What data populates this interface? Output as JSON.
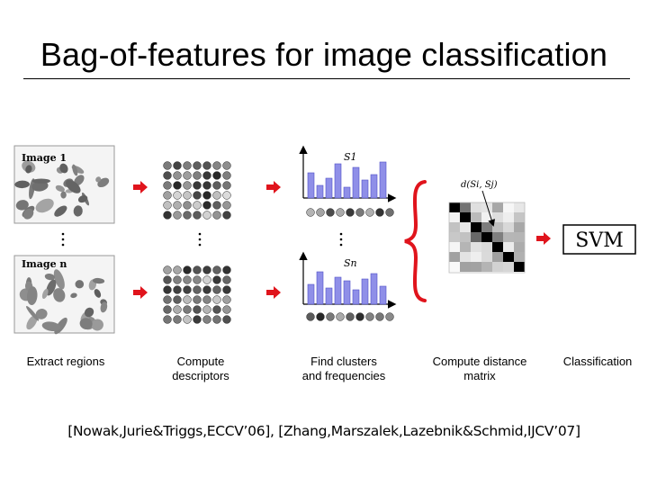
{
  "title": "Bag-of-features for image classification",
  "images": {
    "first_label": "Image 1",
    "last_label": "Image n"
  },
  "histograms": {
    "first_label": "S1",
    "last_label": "Sn"
  },
  "distance_label": "d(Si, Sj)",
  "classifier_label": "SVM",
  "steps": {
    "extract": "Extract regions",
    "compute_line1": "Compute",
    "compute_line2": "descriptors",
    "cluster_line1": "Find clusters",
    "cluster_line2": "and frequencies",
    "distance_line1": "Compute distance",
    "distance_line2": "matrix",
    "classify": "Classification"
  },
  "citation": "[Nowak,Jurie&Triggs,ECCV’06], [Zhang,Marszalek,Lazebnik&Schmid,IJCV’07]",
  "colors": {
    "arrow": "#e0141c",
    "brace": "#e0141c",
    "histogram_bar": "#8f8fe8",
    "histogram_bar_edge": "#5252c8"
  }
}
